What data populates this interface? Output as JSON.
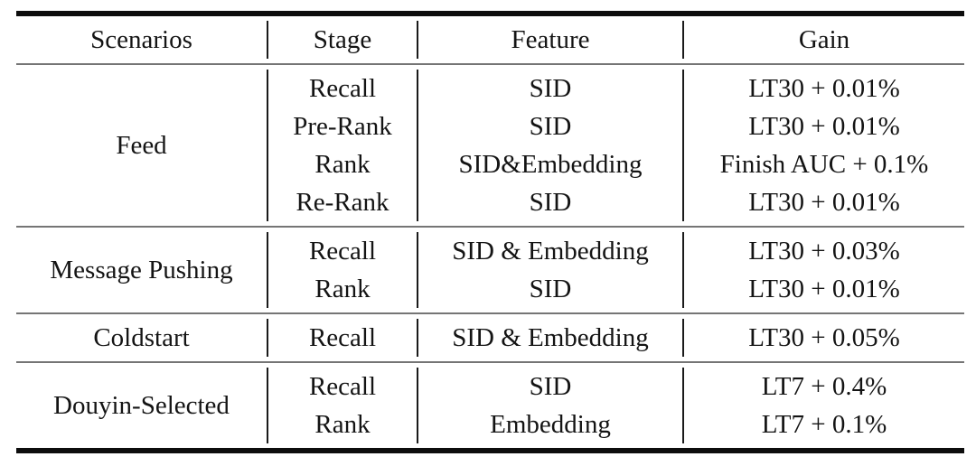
{
  "table": {
    "columns": [
      "Scenarios",
      "Stage",
      "Feature",
      "Gain"
    ],
    "sections": [
      {
        "scenario": "Feed",
        "rows": [
          {
            "stage": "Recall",
            "feature": "SID",
            "gain": "LT30 + 0.01%"
          },
          {
            "stage": "Pre-Rank",
            "feature": "SID",
            "gain": "LT30 + 0.01%"
          },
          {
            "stage": "Rank",
            "feature": "SID&Embedding",
            "gain": "Finish AUC + 0.1%"
          },
          {
            "stage": "Re-Rank",
            "feature": "SID",
            "gain": "LT30 + 0.01%"
          }
        ]
      },
      {
        "scenario": "Message Pushing",
        "rows": [
          {
            "stage": "Recall",
            "feature": "SID & Embedding",
            "gain": "LT30 + 0.03%"
          },
          {
            "stage": "Rank",
            "feature": "SID",
            "gain": "LT30 + 0.01%"
          }
        ]
      },
      {
        "scenario": "Coldstart",
        "rows": [
          {
            "stage": "Recall",
            "feature": "SID & Embedding",
            "gain": "LT30 + 0.05%"
          }
        ]
      },
      {
        "scenario": "Douyin-Selected",
        "rows": [
          {
            "stage": "Recall",
            "feature": "SID",
            "gain": "LT7 + 0.4%"
          },
          {
            "stage": "Rank",
            "feature": "Embedding",
            "gain": "LT7 + 0.1%"
          }
        ]
      }
    ],
    "colors": {
      "rule_thick": "#0d0d0d",
      "rule_thin": "#757575",
      "divider": "#1a1a1a",
      "text": "#141414",
      "background": "#ffffff"
    }
  }
}
